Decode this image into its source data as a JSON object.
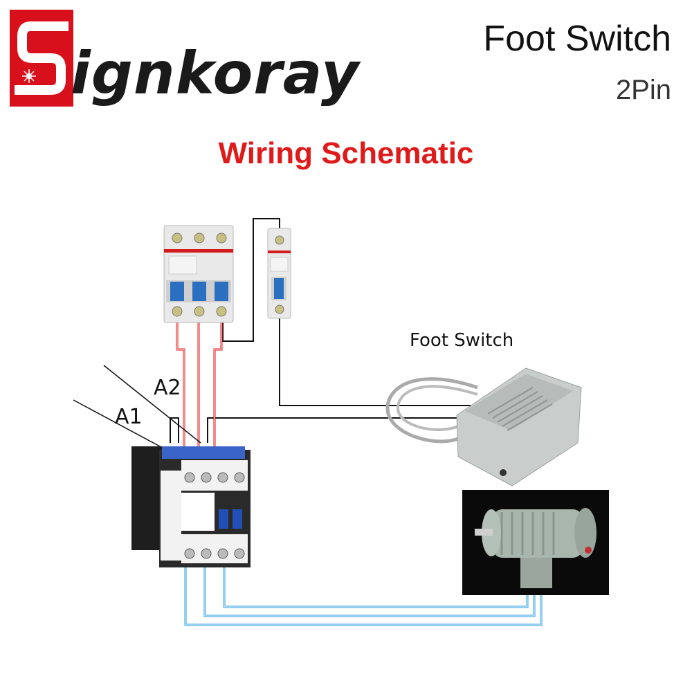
{
  "brand": {
    "initial": "S",
    "rest": "ignkoray"
  },
  "header": {
    "title": "Foot Switch",
    "subtitle": "2Pin"
  },
  "heading": "Wiring Schematic",
  "labels": {
    "foot_switch": "Foot Switch",
    "a1": "A1",
    "a2": "A2"
  },
  "colors": {
    "brand_red": "#d7101b",
    "heading_red": "#e01a1a",
    "wire_red": "#e01a1a",
    "wire_blue": "#2a9fe0",
    "wire_black": "#111111"
  },
  "icons": [
    "logo-s-icon",
    "three-pole-breaker-icon",
    "single-pole-breaker-icon",
    "contactor-icon",
    "foot-pedal-icon",
    "motor-icon"
  ]
}
